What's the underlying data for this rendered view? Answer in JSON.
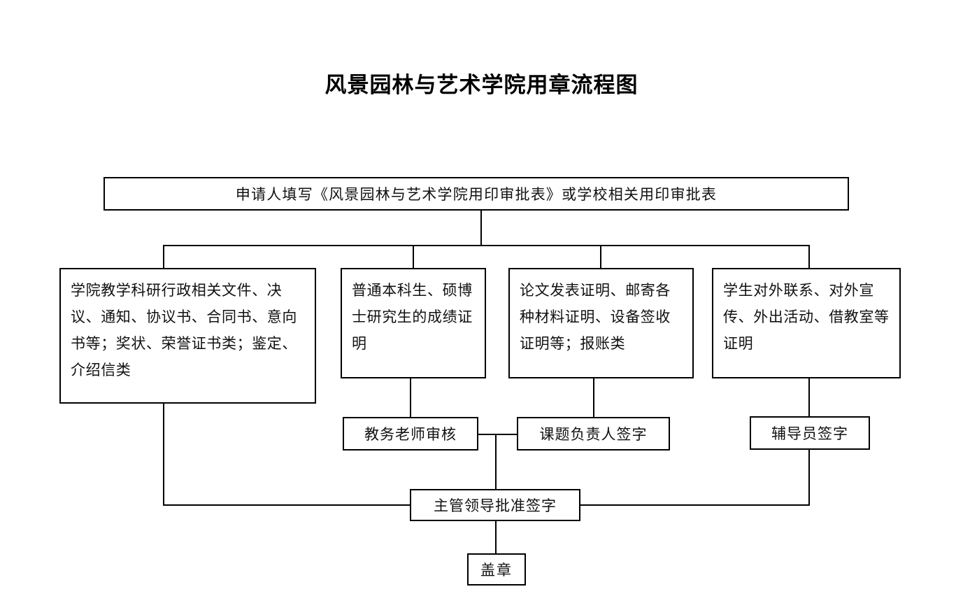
{
  "title": "风景园林与艺术学院用章流程图",
  "flowchart": {
    "type": "flowchart",
    "orientation": "top-down",
    "nodes": {
      "apply": "申请人填写《风景园林与艺术学院用印审批表》或学校相关用印审批表",
      "cat1": "学院教学科研行政相关文件、决议、通知、协议书、合同书、意向书等；奖状、荣誉证书类；鉴定、介绍信类",
      "cat2": "普通本科生、硕博士研究生的成绩证明",
      "cat3": "论文发表证明、邮寄各种材料证明、设备签收证明等；报账类",
      "cat4": "学生对外联系、对外宣传、外出活动、借教室等证明",
      "academic": "教务老师审核",
      "project": "课题负责人签字",
      "counselor": "辅导员签字",
      "leader": "主管领导批准签字",
      "stamp": "盖章"
    },
    "edges": [
      {
        "from": "apply",
        "to": "cat1"
      },
      {
        "from": "apply",
        "to": "cat2"
      },
      {
        "from": "apply",
        "to": "cat3"
      },
      {
        "from": "apply",
        "to": "cat4"
      },
      {
        "from": "cat1",
        "to": "leader"
      },
      {
        "from": "cat2",
        "to": "academic"
      },
      {
        "from": "cat3",
        "to": "project"
      },
      {
        "from": "cat4",
        "to": "counselor"
      },
      {
        "from": "academic",
        "to": "leader"
      },
      {
        "from": "project",
        "to": "leader"
      },
      {
        "from": "counselor",
        "to": "leader"
      },
      {
        "from": "leader",
        "to": "stamp"
      }
    ],
    "colors": {
      "background": "#ffffff",
      "box_border": "#000000",
      "text": "#111111",
      "connector": "#000000"
    }
  }
}
